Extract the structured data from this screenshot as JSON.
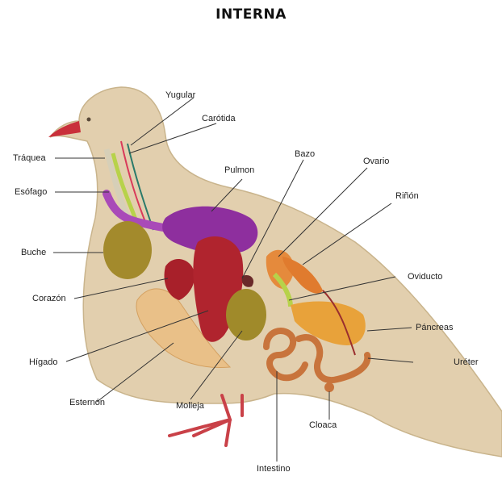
{
  "title": "INTERNA",
  "labels": {
    "yugular": "Yugular",
    "carotida": "Carótida",
    "traquea": "Tráquea",
    "esofago": "Esófago",
    "pulmon": "Pulmon",
    "bazo": "Bazo",
    "ovario": "Ovario",
    "rinon": "Riñón",
    "buche": "Buche",
    "corazon": "Corazón",
    "oviducto": "Oviducto",
    "pancreas": "Páncreas",
    "higado": "Hígado",
    "ureter": "Uréter",
    "esternon": "Esternón",
    "molleja": "Molleja",
    "cloaca": "Cloaca",
    "intestino": "Intestino"
  },
  "colors": {
    "body": "#e2cfae",
    "lung": "#8e2f9e",
    "heart": "#a8202a",
    "liver": "#b0242e",
    "crop": "#a38a2c",
    "gizzard": "#a08a2a",
    "intestine": "#c8743c",
    "pancreas": "#e8a23a",
    "sternum": "#e9c088",
    "esophagus": "#a94ab8"
  }
}
